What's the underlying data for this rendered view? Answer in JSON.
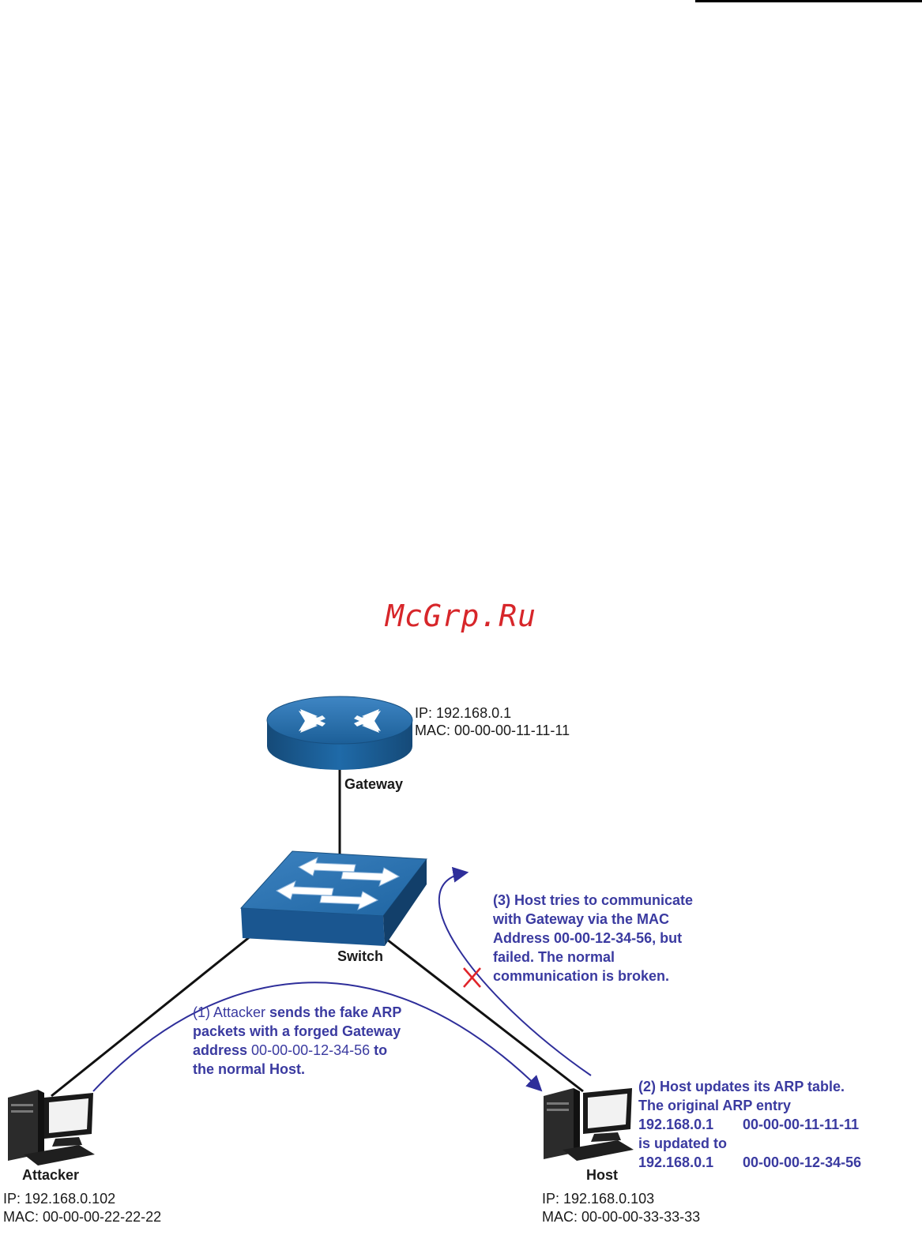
{
  "watermark": "McGrp.Ru",
  "gateway": {
    "label": "Gateway",
    "ip": "IP: 192.168.0.1",
    "mac": "MAC: 00-00-00-11-11-11"
  },
  "switch": {
    "label": "Switch"
  },
  "attacker": {
    "label": "Attacker",
    "ip": "IP: 192.168.0.102",
    "mac": "MAC: 00-00-00-22-22-22"
  },
  "host": {
    "label": "Host",
    "ip": "IP: 192.168.0.103",
    "mac": "MAC: 00-00-00-33-33-33"
  },
  "step1": {
    "line1a": "(1) Attacker",
    "line1b": " sends the fake ARP",
    "line2": "packets with a forged Gateway",
    "line3a": "address ",
    "line3b": "00-00-00-12-34-56",
    "line3c": " to",
    "line4": "the normal Host."
  },
  "step2": {
    "line1": "(2) Host updates its ARP table.",
    "line2": "The original ARP entry",
    "entry1_ip": "192.168.0.1",
    "entry1_mac": "00-00-00-11-11-11",
    "line4": "is updated to",
    "entry2_ip": "192.168.0.1",
    "entry2_mac": "00-00-00-12-34-56"
  },
  "step3": {
    "line1": "(3) Host tries to communicate",
    "line2": "with Gateway via the MAC",
    "line3": "Address  00-00-12-34-56, but",
    "line4": "failed. The normal",
    "line5": "communication is broken."
  },
  "colors": {
    "device_blue": "#1c5f98",
    "arrow_blue": "#2e2e9a",
    "fail_red": "#e0242a"
  }
}
